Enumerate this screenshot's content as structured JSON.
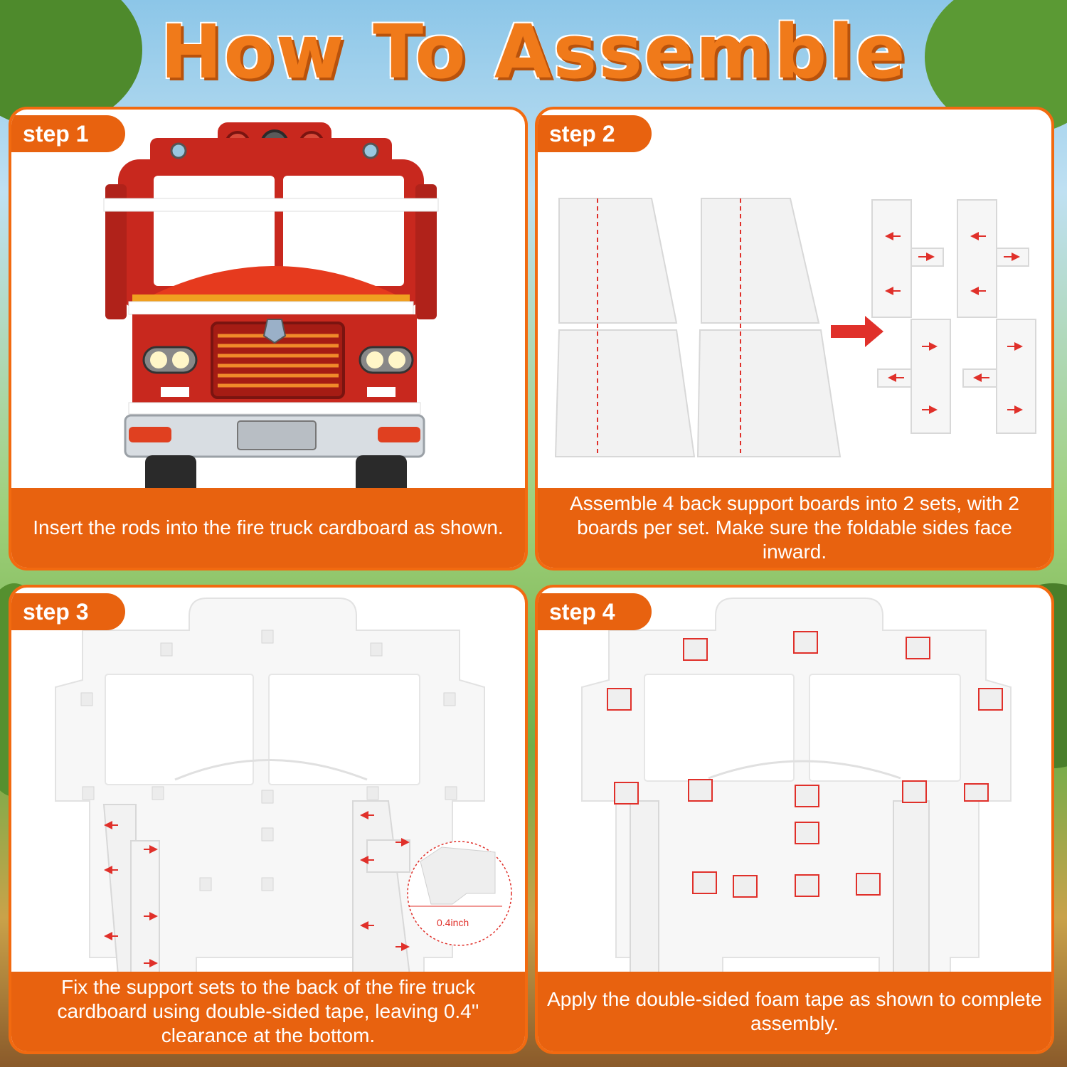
{
  "title": "How To Assemble",
  "steps": [
    {
      "label": "step 1",
      "caption": "Insert the rods into the fire truck cardboard as shown."
    },
    {
      "label": "step 2",
      "caption": "Assemble 4 back support boards into 2 sets, with 2 boards per set. Make sure the foldable sides face inward."
    },
    {
      "label": "step 3",
      "caption": "Fix the support sets to the back of the fire truck cardboard using double-sided tape, leaving 0.4'' clearance at the bottom.",
      "callout": "0.4inch"
    },
    {
      "label": "step 4",
      "caption": "Apply the double-sided foam tape as shown to complete assembly."
    }
  ],
  "colors": {
    "accent": "#e8620f",
    "border": "#f26a10",
    "truck_red": "#c8281e",
    "marker_red": "#e0302a"
  }
}
